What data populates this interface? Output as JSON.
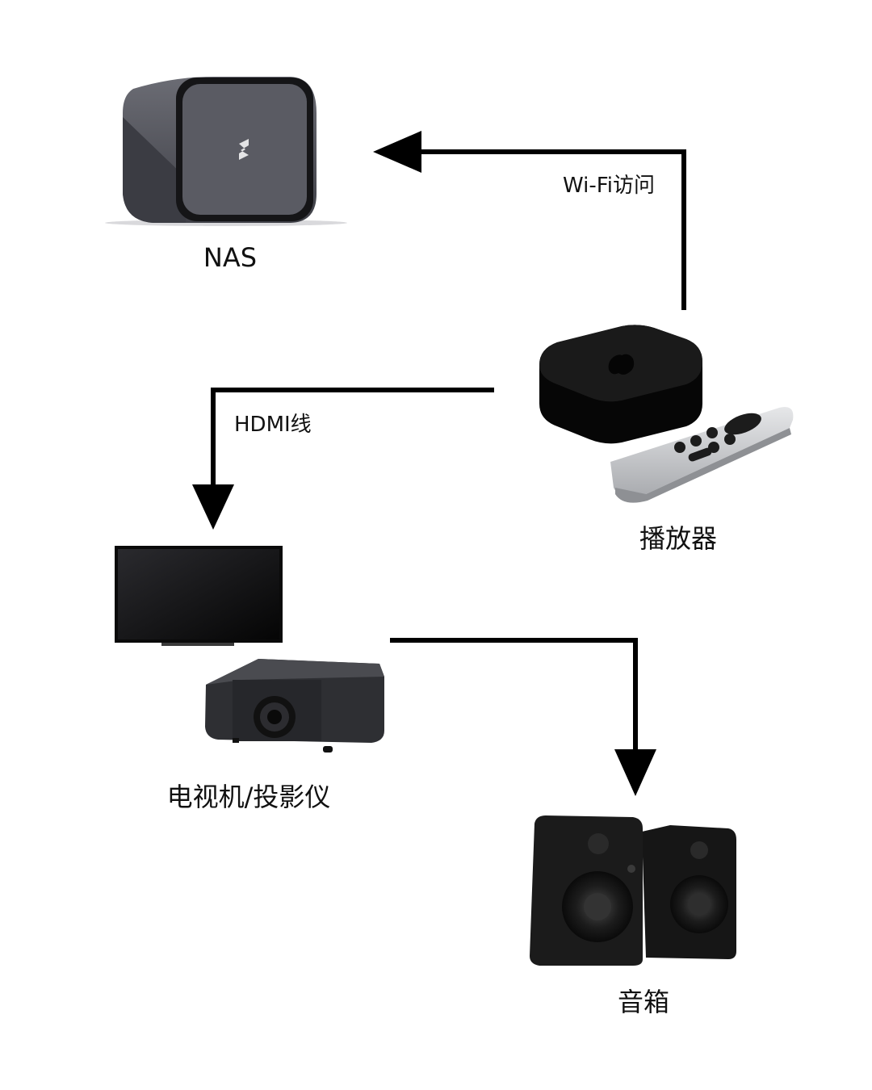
{
  "nodes": {
    "nas": {
      "label": "NAS",
      "icon": "nas-device-icon"
    },
    "player": {
      "label": "播放器",
      "icon": "streaming-box-with-remote-icon"
    },
    "display": {
      "label": "电视机/投影仪",
      "icons": [
        "tv-icon",
        "projector-icon"
      ]
    },
    "speakers": {
      "label": "音箱",
      "icon": "speakers-icon"
    }
  },
  "edges": {
    "player_to_nas": {
      "label": "Wi-Fi访问"
    },
    "player_to_display": {
      "label": "HDMI线"
    },
    "display_to_speakers": {
      "label": ""
    }
  },
  "colors": {
    "line": "#000000",
    "device_dark": "#111111",
    "nas_body": "#55565e",
    "remote": "#c8cacd"
  }
}
